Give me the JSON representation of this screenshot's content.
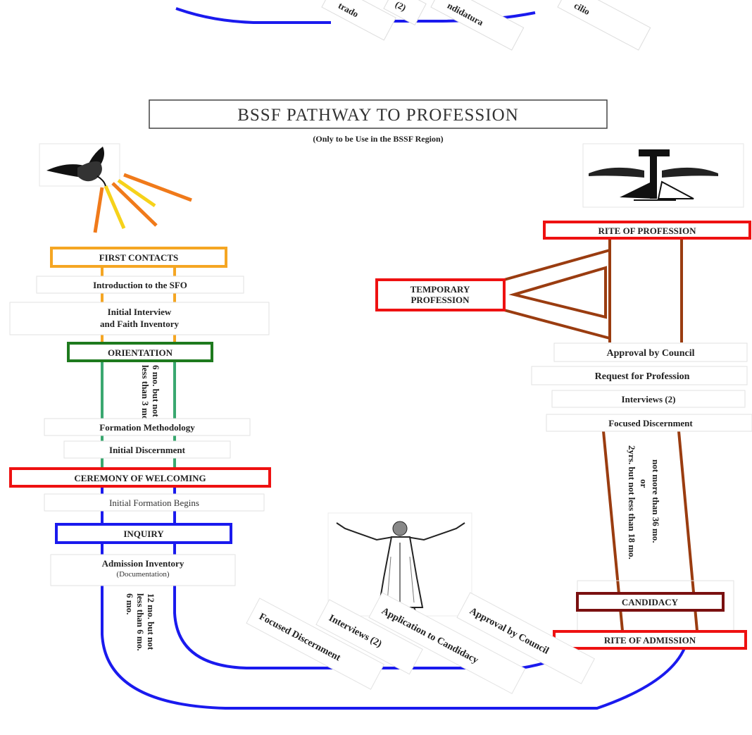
{
  "title": "BSSF PATHWAY TO PROFESSION",
  "subtitle": "(Only to be Use in the BSSF Region)",
  "top_fragments": {
    "f1": "trado",
    "f2": "(2)",
    "f3": "ndidatura",
    "f4": "cilio"
  },
  "left_column": {
    "first_contacts": "FIRST CONTACTS",
    "intro_sfo": "Introduction to the SFO",
    "initial_interview_1": "Initial Interview",
    "initial_interview_2": "and Faith Inventory",
    "orientation": "ORIENTATION",
    "duration_orientation_1": "6 mo. but not",
    "duration_orientation_2": "less than 3 mo.",
    "formation_methodology": "Formation Methodology",
    "initial_discernment": "Initial Discernment",
    "ceremony_welcoming": "CEREMONY OF WELCOMING",
    "initial_formation": "Initial Formation Begins",
    "inquiry": "INQUIRY",
    "admission_inventory": "Admission Inventory",
    "documentation": "(Documentation)",
    "duration_inquiry_1": "12 mo. but not",
    "duration_inquiry_2": "less than 6 mo.",
    "duration_inquiry_3": "6 mo."
  },
  "right_column": {
    "rite_profession": "RITE OF PROFESSION",
    "temporary_1": "TEMPORARY",
    "temporary_2": "PROFESSION",
    "approval_council": "Approval by Council",
    "request_profession": "Request for Profession",
    "interviews": "Interviews (2)",
    "focused_discernment": "Focused Discernment",
    "duration_candidacy_1": "2yrs. but not less than 18 mo.",
    "duration_candidacy_2": "or",
    "duration_candidacy_3": "not more than 36 mo.",
    "candidacy": "CANDIDACY",
    "rite_admission": "RITE OF ADMISSION"
  },
  "bottom_labels": {
    "focused_discernment": "Focused Discernment",
    "interviews": "Interviews (2)",
    "application_candidacy": "Application to Candidacy",
    "approval_council": "Approval by Council"
  },
  "colors": {
    "orange": "#f5a623",
    "green": "#3aa870",
    "dark_green": "#1e7a1e",
    "blue": "#1a1aee",
    "red": "#ee1111",
    "brown": "#9a3c10",
    "dark_red": "#7a1010"
  }
}
